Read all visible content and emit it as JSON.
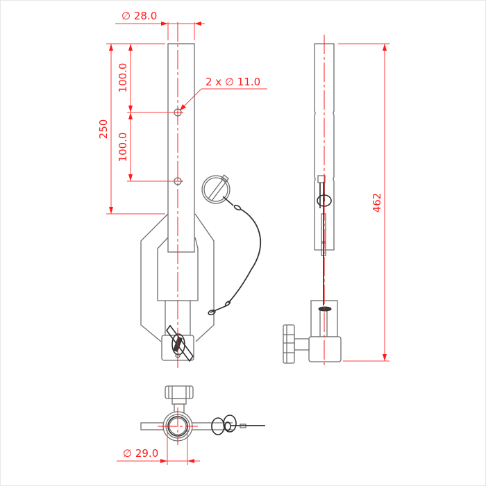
{
  "drawing": {
    "views": [
      "front-view",
      "side-view",
      "top-view"
    ],
    "colors": {
      "outline": "#6e6e6e",
      "cable": "#333333",
      "dimension": "#ff1a1a",
      "background": "#ffffff"
    },
    "dimensions": {
      "tube_diameter": "∅ 28.0",
      "hole_callout": "2 x ∅ 11.0",
      "hole_spacing_top": "100.0",
      "hole_spacing_bottom": "100.0",
      "insertion_length": "250",
      "overall_height": "462",
      "socket_diameter": "∅ 29.0"
    }
  }
}
